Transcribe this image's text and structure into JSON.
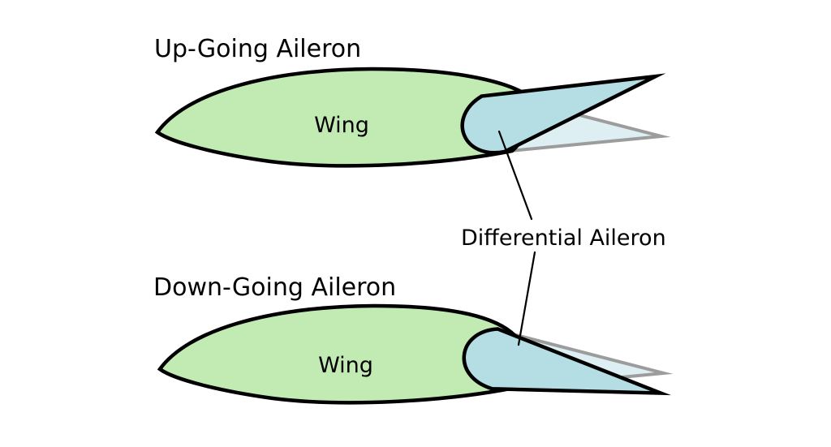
{
  "diagram": {
    "center_label": "Differential Aileron",
    "sections": [
      {
        "title": "Up-Going Aileron",
        "wing_label": "Wing"
      },
      {
        "title": "Down-Going Aileron",
        "wing_label": "Wing"
      }
    ],
    "colors": {
      "background": "#ffffff",
      "wing_fill": "#c1ebb3",
      "aileron_fill": "#b5dee4",
      "ghost_fill": "#ddeff2",
      "ghost_outline": "#9c9c9c",
      "outline": "#000000",
      "text": "#000000"
    }
  }
}
